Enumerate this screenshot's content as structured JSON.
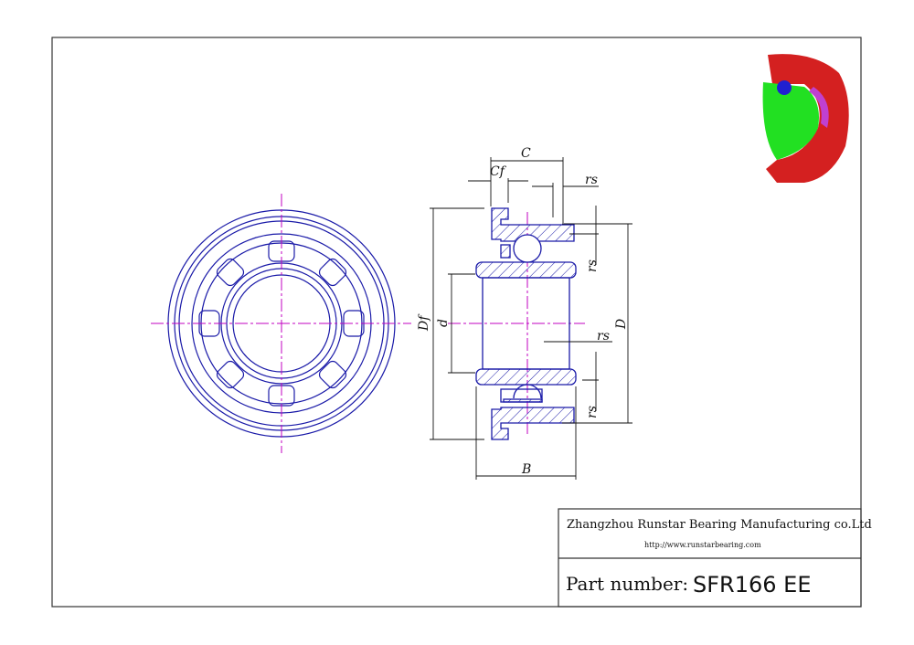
{
  "drawing": {
    "labels": {
      "C": "C",
      "Cf": "Cf",
      "rs": "rs",
      "Df": "Df",
      "d": "d",
      "D": "D",
      "B": "B"
    },
    "colors": {
      "outline": "#1a1aa8",
      "center_line": "#c000c0",
      "dimension": "#111111",
      "frame": "#333333"
    }
  },
  "title_block": {
    "company": "Zhangzhou Runstar Bearing Manufacturing co.Ltd",
    "url": "http://www.runstarbearing.com",
    "part_label": "Part number:",
    "part_number": "SFR166 EE"
  }
}
